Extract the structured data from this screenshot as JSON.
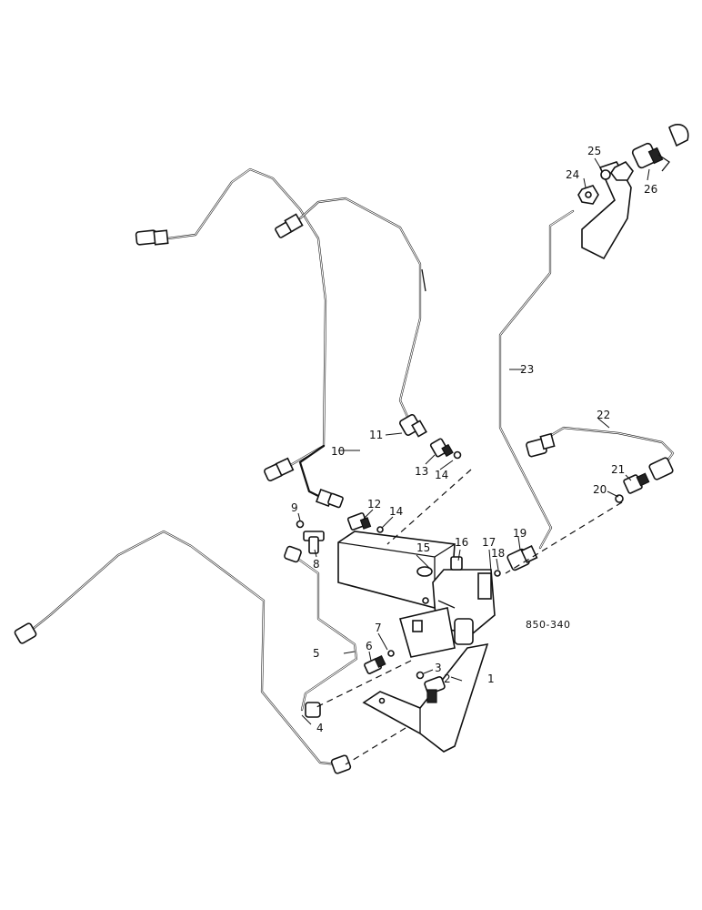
{
  "diagram": {
    "reference_code": "850-340",
    "callouts": [
      {
        "id": "c1",
        "text": "1"
      },
      {
        "id": "c2",
        "text": "2"
      },
      {
        "id": "c3",
        "text": "3"
      },
      {
        "id": "c4",
        "text": "4"
      },
      {
        "id": "c5",
        "text": "5"
      },
      {
        "id": "c6",
        "text": "6"
      },
      {
        "id": "c7",
        "text": "7"
      },
      {
        "id": "c8",
        "text": "8"
      },
      {
        "id": "c9",
        "text": "9"
      },
      {
        "id": "c10",
        "text": "10"
      },
      {
        "id": "c11",
        "text": "11"
      },
      {
        "id": "c12",
        "text": "12"
      },
      {
        "id": "c13",
        "text": "13"
      },
      {
        "id": "c14a",
        "text": "14"
      },
      {
        "id": "c14b",
        "text": "14"
      },
      {
        "id": "c15",
        "text": "15"
      },
      {
        "id": "c16",
        "text": "16"
      },
      {
        "id": "c17",
        "text": "17"
      },
      {
        "id": "c18",
        "text": "18"
      },
      {
        "id": "c19",
        "text": "19"
      },
      {
        "id": "c20",
        "text": "20"
      },
      {
        "id": "c21",
        "text": "21"
      },
      {
        "id": "c22",
        "text": "22"
      },
      {
        "id": "c23",
        "text": "23"
      },
      {
        "id": "c24",
        "text": "24"
      },
      {
        "id": "c25",
        "text": "25"
      },
      {
        "id": "c26",
        "text": "26"
      }
    ]
  }
}
